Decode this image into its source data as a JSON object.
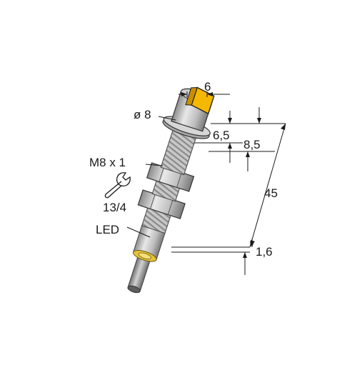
{
  "labels": {
    "diameter": "ø 8",
    "thread": "M8 x 1",
    "wrench_size": "13/4",
    "led": "LED"
  },
  "dimensions": {
    "face_width": "6",
    "face_depth": "6,5",
    "face_to_nut": "8,5",
    "length": "45",
    "cable_offset": "1,6"
  },
  "colors": {
    "sensor_face": "#f5b800",
    "body_light": "#dcdcdc",
    "body_mid": "#b4b4b4",
    "body_dark": "#7a7a7a",
    "led_ring": "#e6c23a",
    "line": "#1a1a1a"
  },
  "icons": [
    "wrench-icon"
  ]
}
